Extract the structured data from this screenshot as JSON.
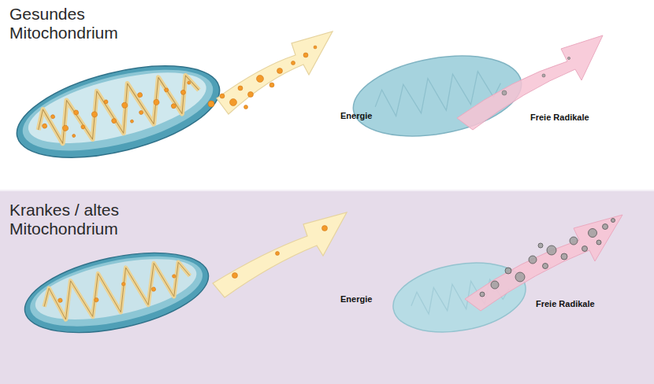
{
  "diagram": {
    "nodes": [
      {
        "text": [
          "Gesundes Mitochondrium"
        ]
      },
      {
        "text": [
          "Krankes / altes Mitochondrium"
        ]
      }
    ],
    "labels": [
      "Energie",
      "Freie Radikale",
      "Energie",
      "Freie Radikale"
    ]
  }
}
